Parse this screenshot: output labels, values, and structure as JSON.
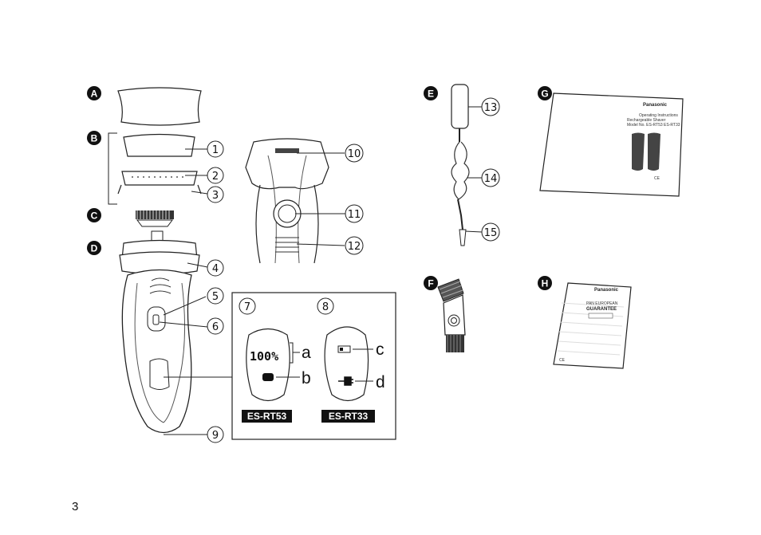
{
  "sections": [
    "A",
    "B",
    "C",
    "D",
    "E",
    "F",
    "G",
    "H"
  ],
  "callouts": {
    "n1": "1",
    "n2": "2",
    "n3": "3",
    "n4": "4",
    "n5": "5",
    "n6": "6",
    "n7": "7",
    "n8": "8",
    "n9": "9",
    "n10": "10",
    "n11": "11",
    "n12": "12",
    "n13": "13",
    "n14": "14",
    "n15": "15"
  },
  "display_labels": {
    "a": "a",
    "b": "b",
    "c": "c",
    "d": "d"
  },
  "lcd_reading": "100%",
  "models": {
    "left": "ES-RT53",
    "right": "ES-RT33"
  },
  "manual_G": {
    "brand": "Panasonic",
    "title": "Operating Instructions",
    "subtitle": "Rechargeable Shaver",
    "model": "Model No. ES-RT53 ES-RT33",
    "ce": "CE"
  },
  "card_H": {
    "brand": "Panasonic",
    "line1": "PAN EUROPEAN",
    "line2": "GUARANTEE",
    "ce": "CE"
  },
  "page_number": "3"
}
